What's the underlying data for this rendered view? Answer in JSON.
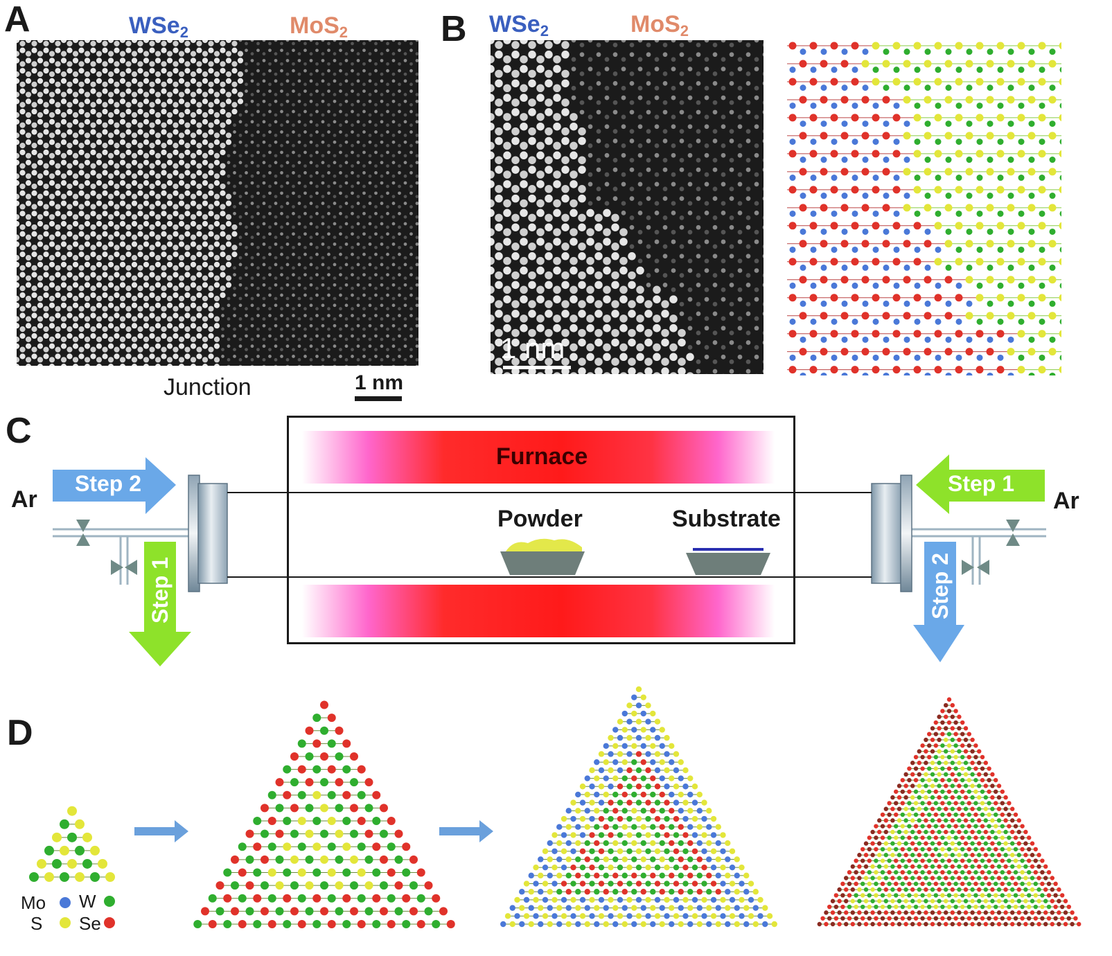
{
  "panels": {
    "a": {
      "letter": "A",
      "left_material": "WSe",
      "left_sub": "2",
      "right_material": "MoS",
      "right_sub": "2",
      "caption": "Junction",
      "scale_bar": "1 nm"
    },
    "b": {
      "letter": "B",
      "left_material": "WSe",
      "left_sub": "2",
      "right_material": "MoS",
      "right_sub": "2",
      "scale_bar": "1 nm"
    },
    "c": {
      "letter": "C",
      "furnace_label": "Furnace",
      "powder_label": "Powder",
      "substrate_label": "Substrate",
      "gas_left": "Ar",
      "gas_right": "Ar",
      "left_in_arrow": "Step 2",
      "left_out_arrow": "Step 1",
      "right_in_arrow": "Step 1",
      "right_out_arrow": "Step 2"
    },
    "d": {
      "letter": "D",
      "legend": {
        "mo": "Mo",
        "w": "W",
        "s": "S",
        "se": "Se"
      }
    }
  },
  "colors": {
    "mo": "#4a78d8",
    "w": "#2fae2f",
    "s": "#e3e63a",
    "se": "#e0322a",
    "wse2_label": "#3a5fbf",
    "mos2_label": "#e08a6a",
    "arrow_blue": "#6aa8e8",
    "arrow_green": "#8ee22a",
    "flow_arrow": "#6aa0dc"
  }
}
